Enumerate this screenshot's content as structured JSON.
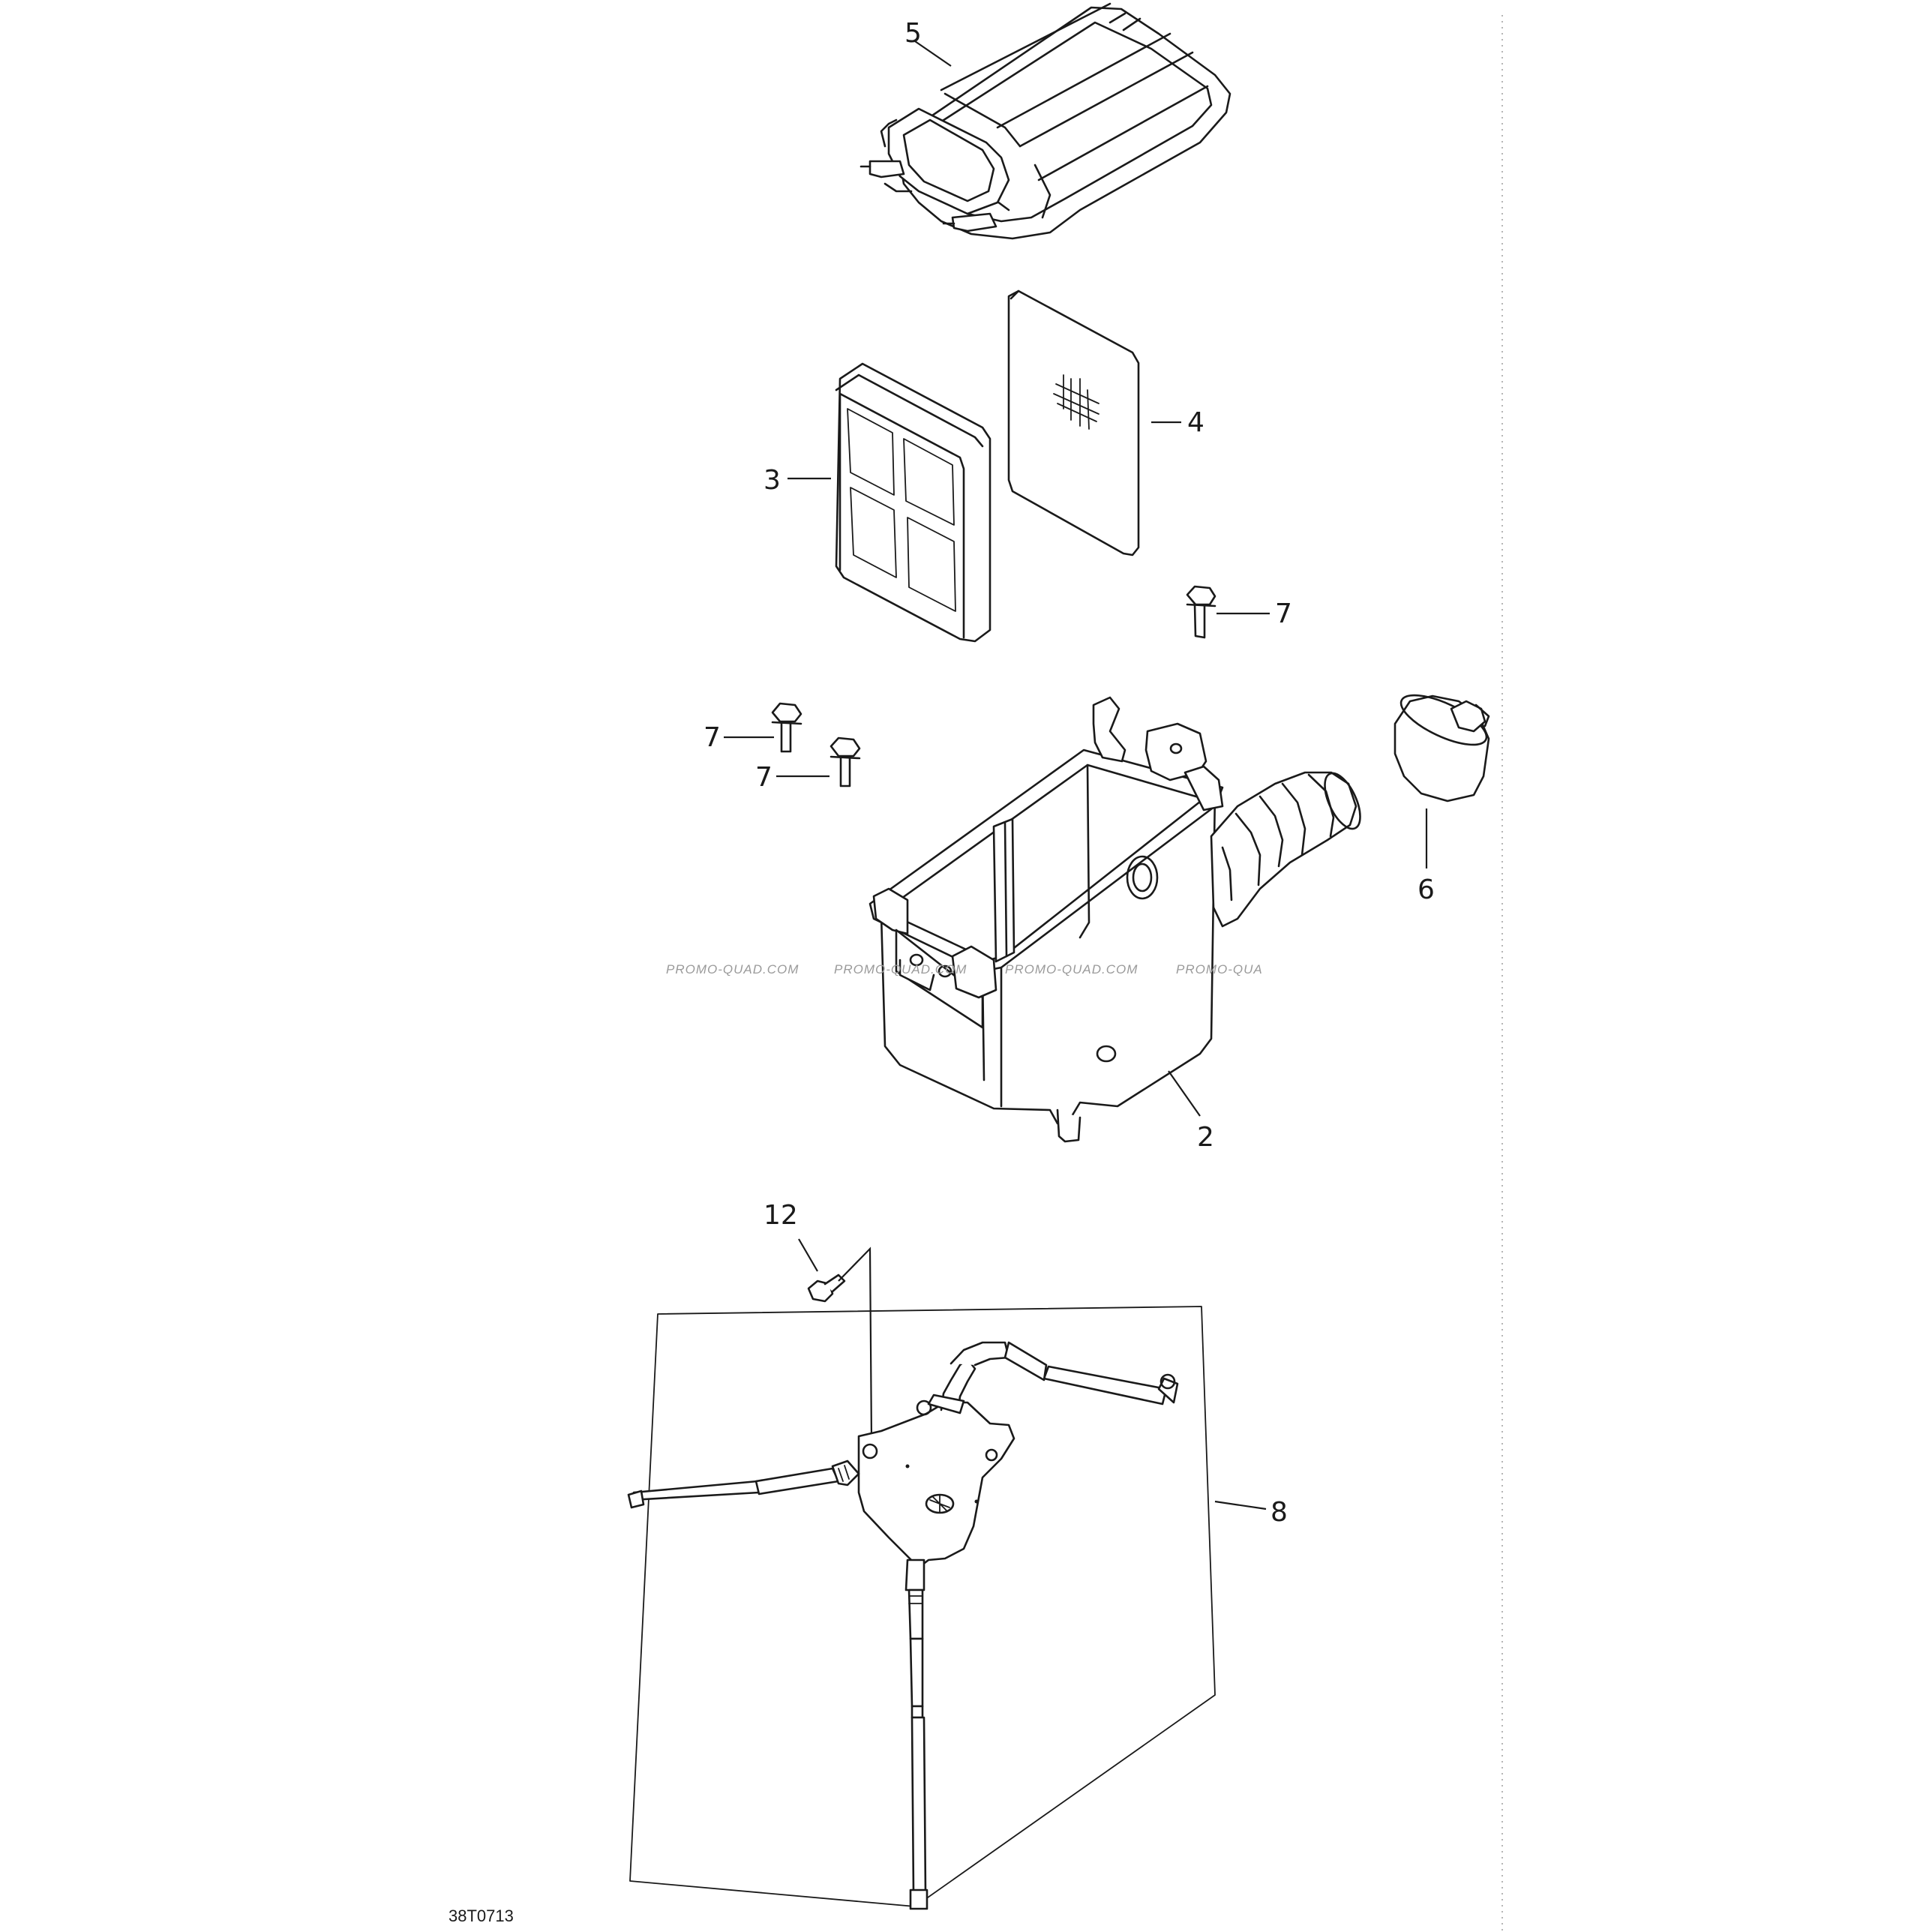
{
  "diagram": {
    "drawing_code": "38T0713",
    "watermarks": [
      "PROMO-QUAD.COM",
      "PROMO-QUAD.COM",
      "PROMO-QUAD.COM",
      "PROMO-QUA"
    ],
    "callouts": {
      "c5": "5",
      "c4": "4",
      "c3": "3",
      "c7a": "7",
      "c7b": "7",
      "c7c": "7",
      "c6": "6",
      "c2": "2",
      "c12": "12",
      "c8": "8"
    }
  }
}
